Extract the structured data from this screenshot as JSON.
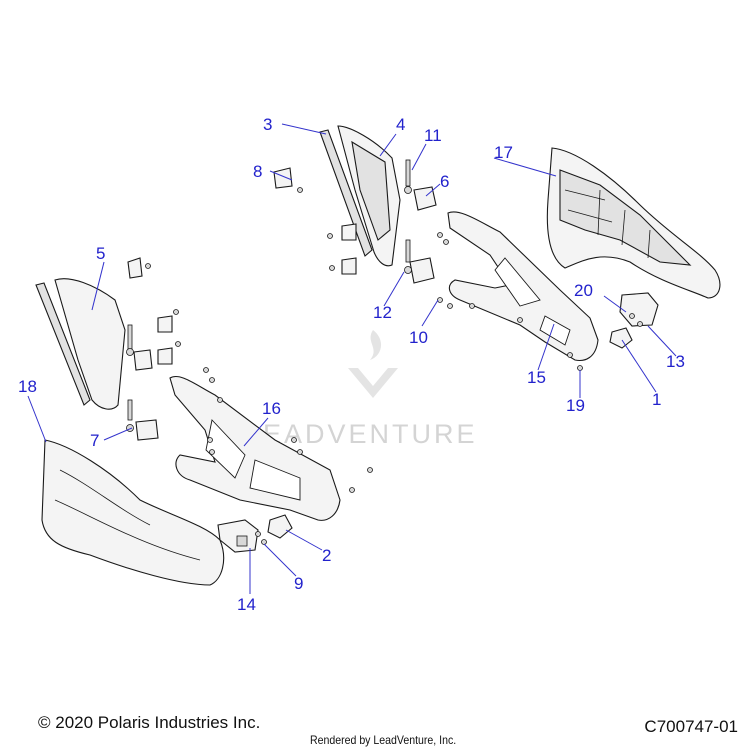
{
  "footer": {
    "copyright": "© 2020 Polaris Industries Inc.",
    "rendered_by": "Rendered by LeadVenture, Inc.",
    "drawing_code": "C700747-01"
  },
  "watermark": {
    "text": "LEADVENTURE"
  },
  "callouts": [
    {
      "id": "1",
      "label": "1"
    },
    {
      "id": "2",
      "label": "2"
    },
    {
      "id": "3",
      "label": "3"
    },
    {
      "id": "4",
      "label": "4"
    },
    {
      "id": "5",
      "label": "5"
    },
    {
      "id": "6",
      "label": "6"
    },
    {
      "id": "7",
      "label": "7"
    },
    {
      "id": "8",
      "label": "8"
    },
    {
      "id": "9",
      "label": "9"
    },
    {
      "id": "10",
      "label": "10"
    },
    {
      "id": "11",
      "label": "11"
    },
    {
      "id": "12",
      "label": "12"
    },
    {
      "id": "13",
      "label": "13"
    },
    {
      "id": "14",
      "label": "14"
    },
    {
      "id": "15",
      "label": "15"
    },
    {
      "id": "16",
      "label": "16"
    },
    {
      "id": "17",
      "label": "17"
    },
    {
      "id": "18",
      "label": "18"
    },
    {
      "id": "19",
      "label": "19"
    },
    {
      "id": "20",
      "label": "20"
    }
  ],
  "colors": {
    "callout_text": "#2222cc",
    "line_art": "#1a1a1a",
    "watermark": "#d4d4d4"
  }
}
